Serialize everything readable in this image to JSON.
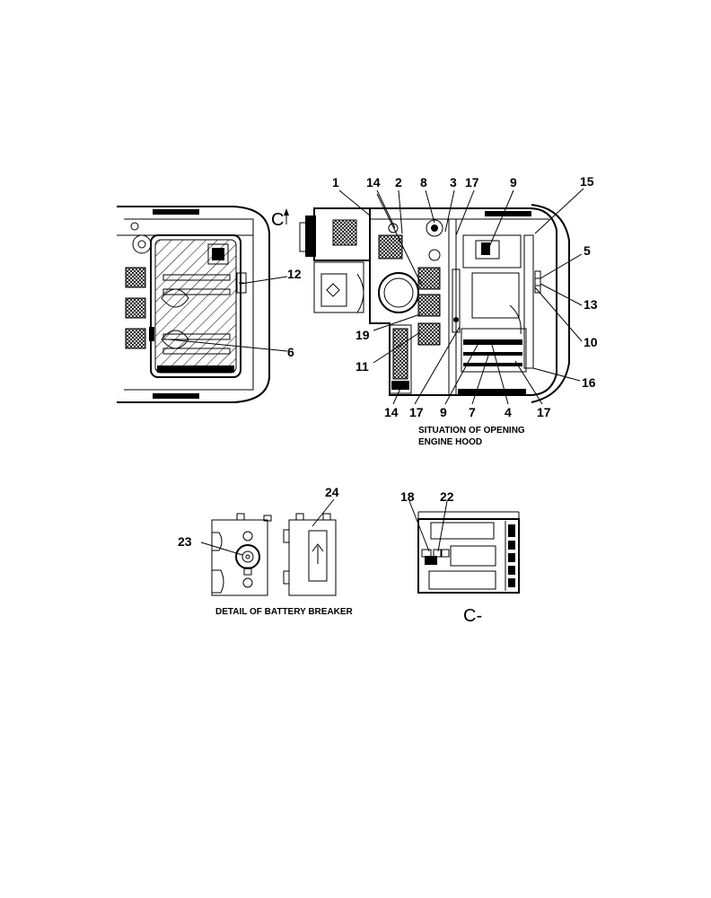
{
  "callouts": {
    "c1": "1",
    "c14a": "14",
    "c2": "2",
    "c8": "8",
    "c3": "3",
    "c17a": "17",
    "c9a": "9",
    "c15": "15",
    "c5": "5",
    "c13": "13",
    "c10": "10",
    "c16": "16",
    "c12": "12",
    "c6": "6",
    "c19": "19",
    "c11": "11",
    "c14b": "14",
    "c17b": "17",
    "c9b": "9",
    "c7": "7",
    "c4": "4",
    "c17c": "17",
    "c24": "24",
    "c23": "23",
    "c18": "18",
    "c22": "22"
  },
  "captions": {
    "hood_line1": "SITUATION OF OPENING",
    "hood_line2": "ENGINE HOOD",
    "battery_breaker": "DETAIL OF BATTERY BREAKER"
  },
  "view_marks": {
    "top": "C",
    "bottom": "C-"
  },
  "colors": {
    "line": "#000000",
    "background": "#ffffff"
  }
}
